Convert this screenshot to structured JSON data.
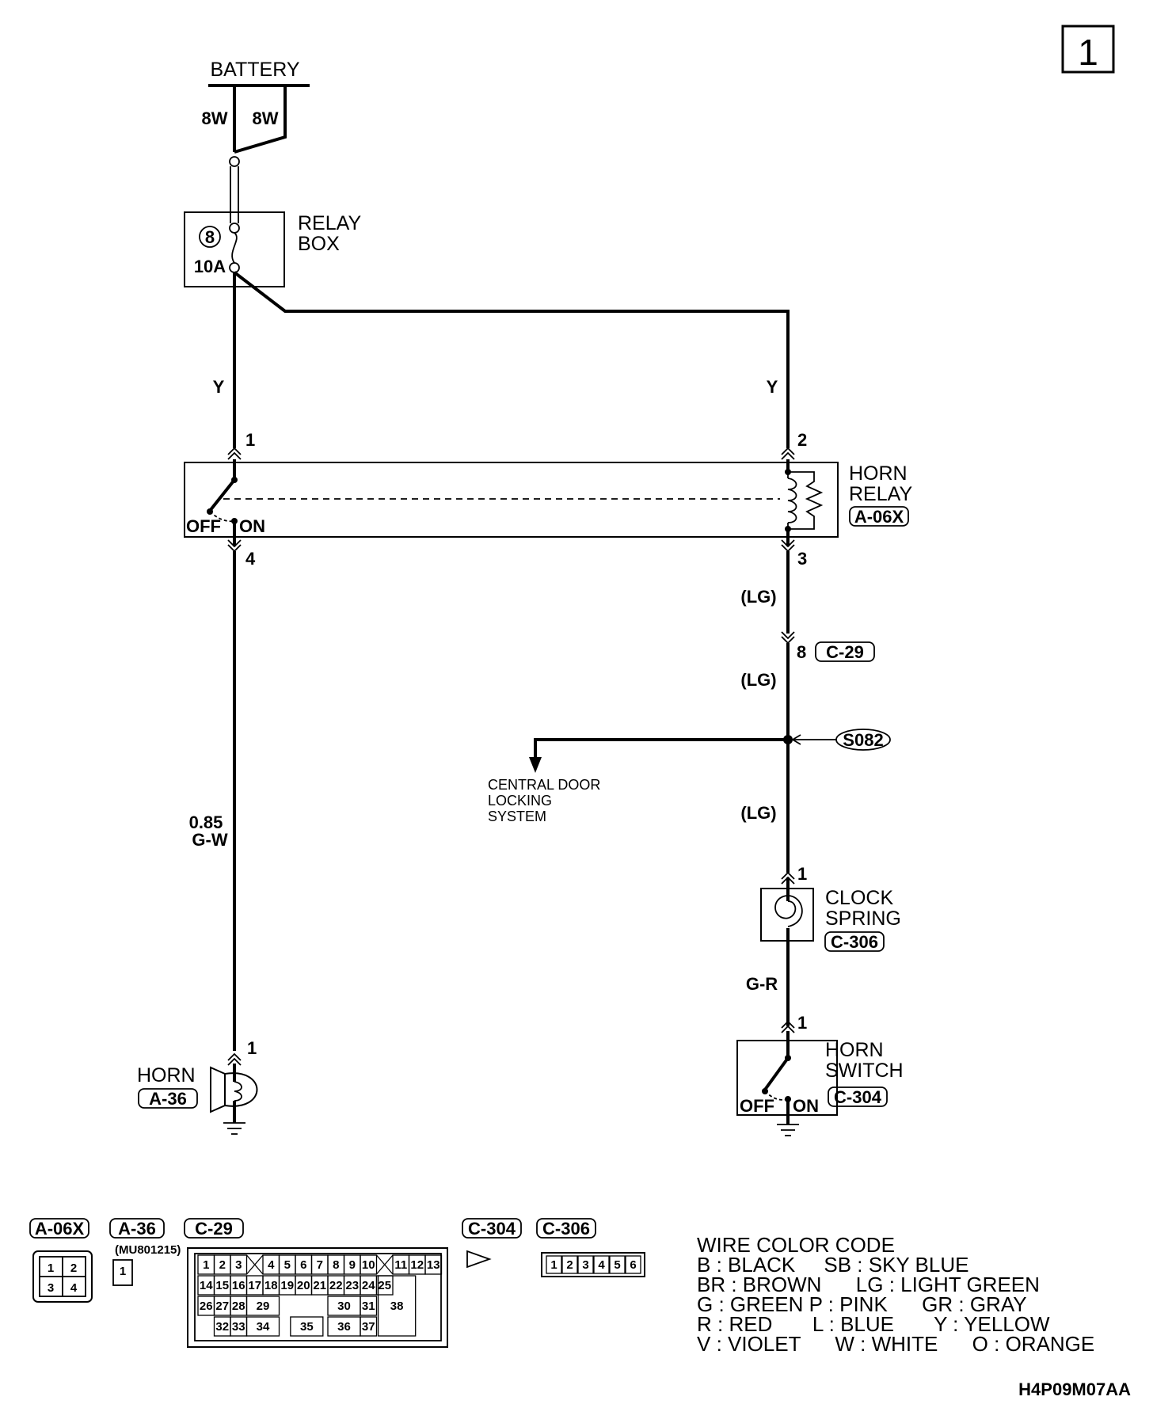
{
  "page_number": "1",
  "diagram_code": "H4P09M07AA",
  "battery": {
    "label": "BATTERY",
    "wires": [
      "8W",
      "8W"
    ]
  },
  "relay_box": {
    "line1": "RELAY",
    "line2": "BOX",
    "fuse_number": "8",
    "fuse_rating": "10A"
  },
  "wires": {
    "y_left": "Y",
    "y_right": "Y",
    "lg_1": "(LG)",
    "lg_2": "(LG)",
    "lg_3": "(LG)",
    "gw_size": "0.85",
    "gw_color": "G-W",
    "gr": "G-R"
  },
  "horn_relay": {
    "line1": "HORN",
    "line2": "RELAY",
    "connector": "A-06X",
    "pin1": "1",
    "pin2": "2",
    "pin3": "3",
    "pin4": "4",
    "off": "OFF",
    "on": "ON"
  },
  "c29": {
    "pin": "8",
    "connector": "C-29"
  },
  "splice": "S082",
  "central_door": {
    "line1": "CENTRAL DOOR",
    "line2": "LOCKING",
    "line3": "SYSTEM"
  },
  "clock_spring": {
    "line1": "CLOCK",
    "line2": "SPRING",
    "connector": "C-306",
    "pin": "1"
  },
  "horn_switch": {
    "line1": "HORN",
    "line2": "SWITCH",
    "connector": "C-304",
    "pin": "1",
    "off": "OFF",
    "on": "ON"
  },
  "horn": {
    "label": "HORN",
    "connector": "A-36",
    "pin": "1"
  },
  "connectors": {
    "a06x": {
      "label": "A-06X",
      "pins": [
        "1",
        "2",
        "3",
        "4"
      ]
    },
    "a36": {
      "label": "A-36",
      "part": "(MU801215)",
      "pin": "1"
    },
    "c29": {
      "label": "C-29",
      "row1": [
        "1",
        "2",
        "3",
        "4",
        "5",
        "6",
        "7",
        "8",
        "9",
        "10",
        "11",
        "12",
        "13"
      ],
      "row2": [
        "14",
        "15",
        "16",
        "17",
        "18",
        "19",
        "20",
        "21",
        "22",
        "23",
        "24",
        "25"
      ],
      "row3": [
        "26",
        "27",
        "28",
        "29",
        "30",
        "31"
      ],
      "row4": [
        "32",
        "33",
        "34",
        "35",
        "36",
        "37"
      ],
      "big": "38"
    },
    "c304": {
      "label": "C-304"
    },
    "c306": {
      "label": "C-306",
      "pins": [
        "1",
        "2",
        "3",
        "4",
        "5",
        "6"
      ]
    }
  },
  "legend": {
    "title": "WIRE COLOR CODE",
    "lines": [
      "B : BLACK     SB : SKY BLUE",
      "BR : BROWN      LG : LIGHT GREEN",
      "G : GREEN P : PINK      GR : GRAY",
      "R : RED       L : BLUE       Y : YELLOW",
      "V : VIOLET      W : WHITE      O : ORANGE"
    ]
  }
}
